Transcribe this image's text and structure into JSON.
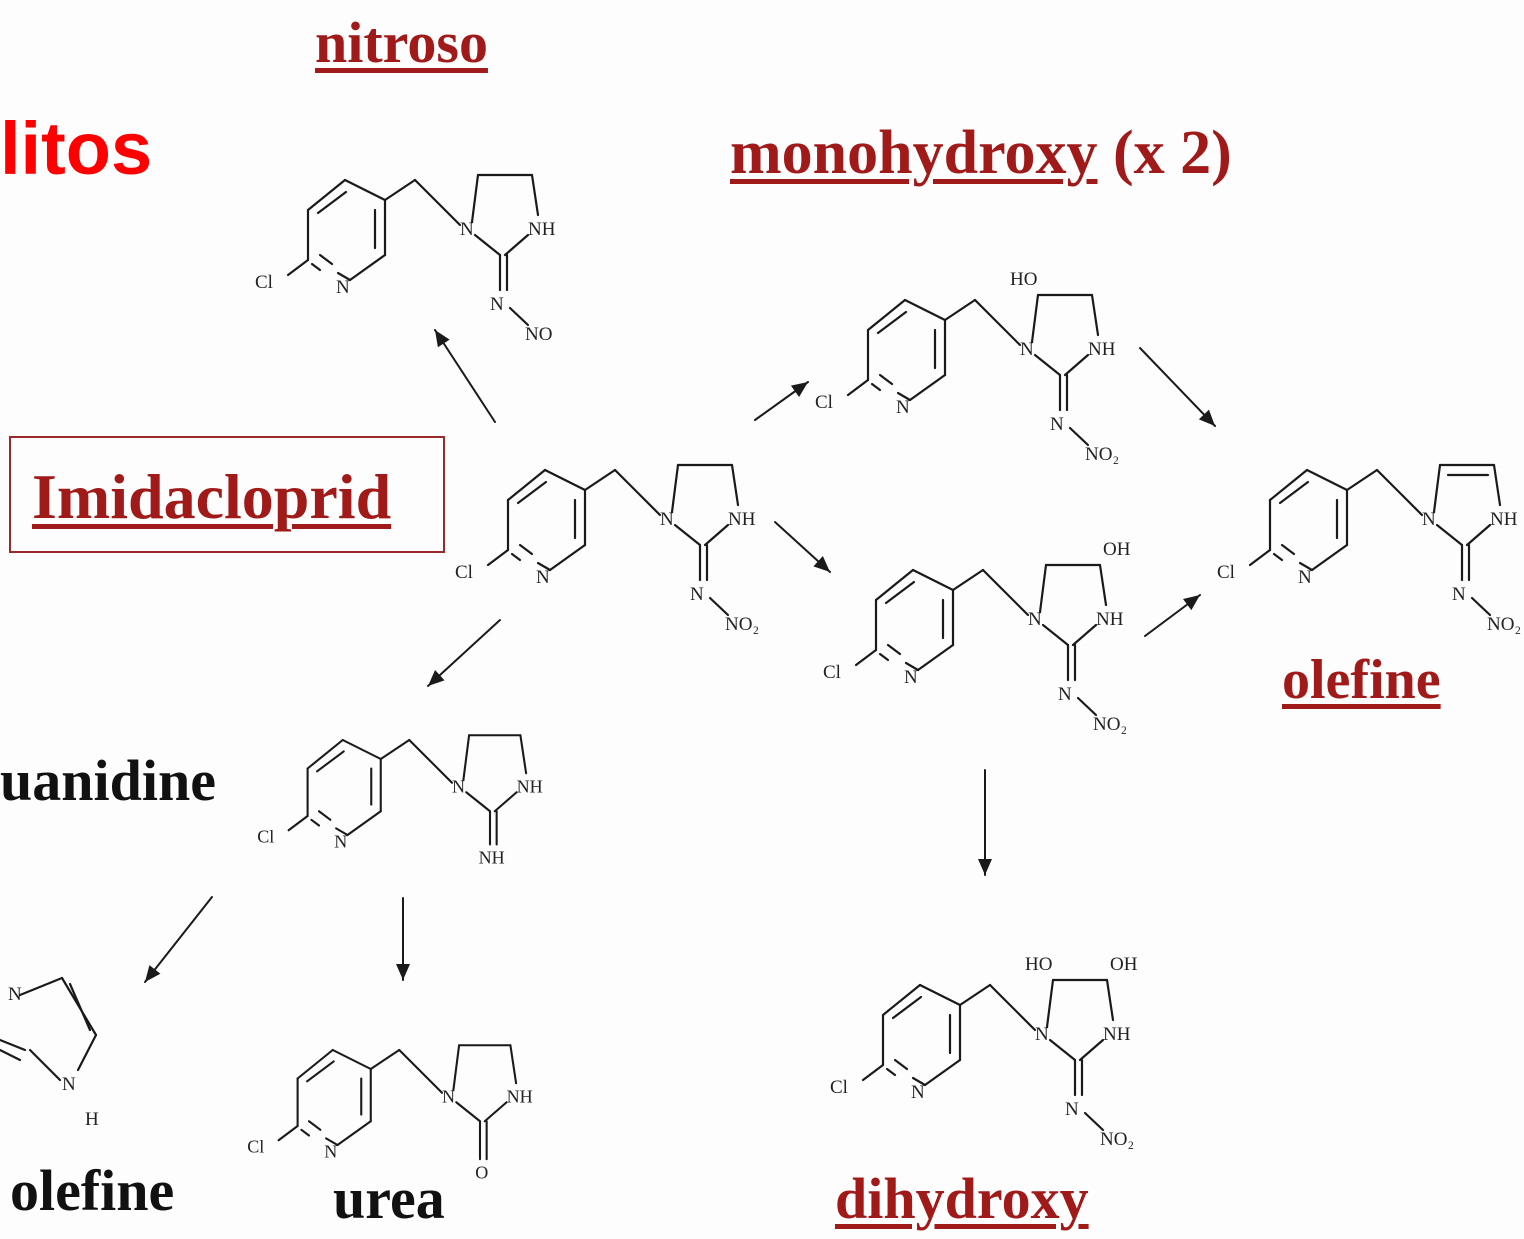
{
  "title": {
    "text": "litos",
    "color": "#ff0000"
  },
  "labels": {
    "nitroso": "nitroso",
    "monohydroxy": "monohydroxy",
    "monohydroxy_count": "(x 2)",
    "imidacloprid": "Imidacloprid",
    "olefine_right": "olefine",
    "guanidine": "uanidine",
    "olefine_left": "olefine",
    "urea": "urea",
    "dihydroxy": "dihydroxy"
  },
  "atoms": {
    "cl": "Cl",
    "n": "N",
    "nh": "NH",
    "no": "NO",
    "no2": "NO₂",
    "ho": "HO",
    "oh": "OH",
    "o": "O",
    "h": "H"
  },
  "colors": {
    "accent": "#a11a1a",
    "text": "#111111",
    "title": "#ff0000"
  }
}
